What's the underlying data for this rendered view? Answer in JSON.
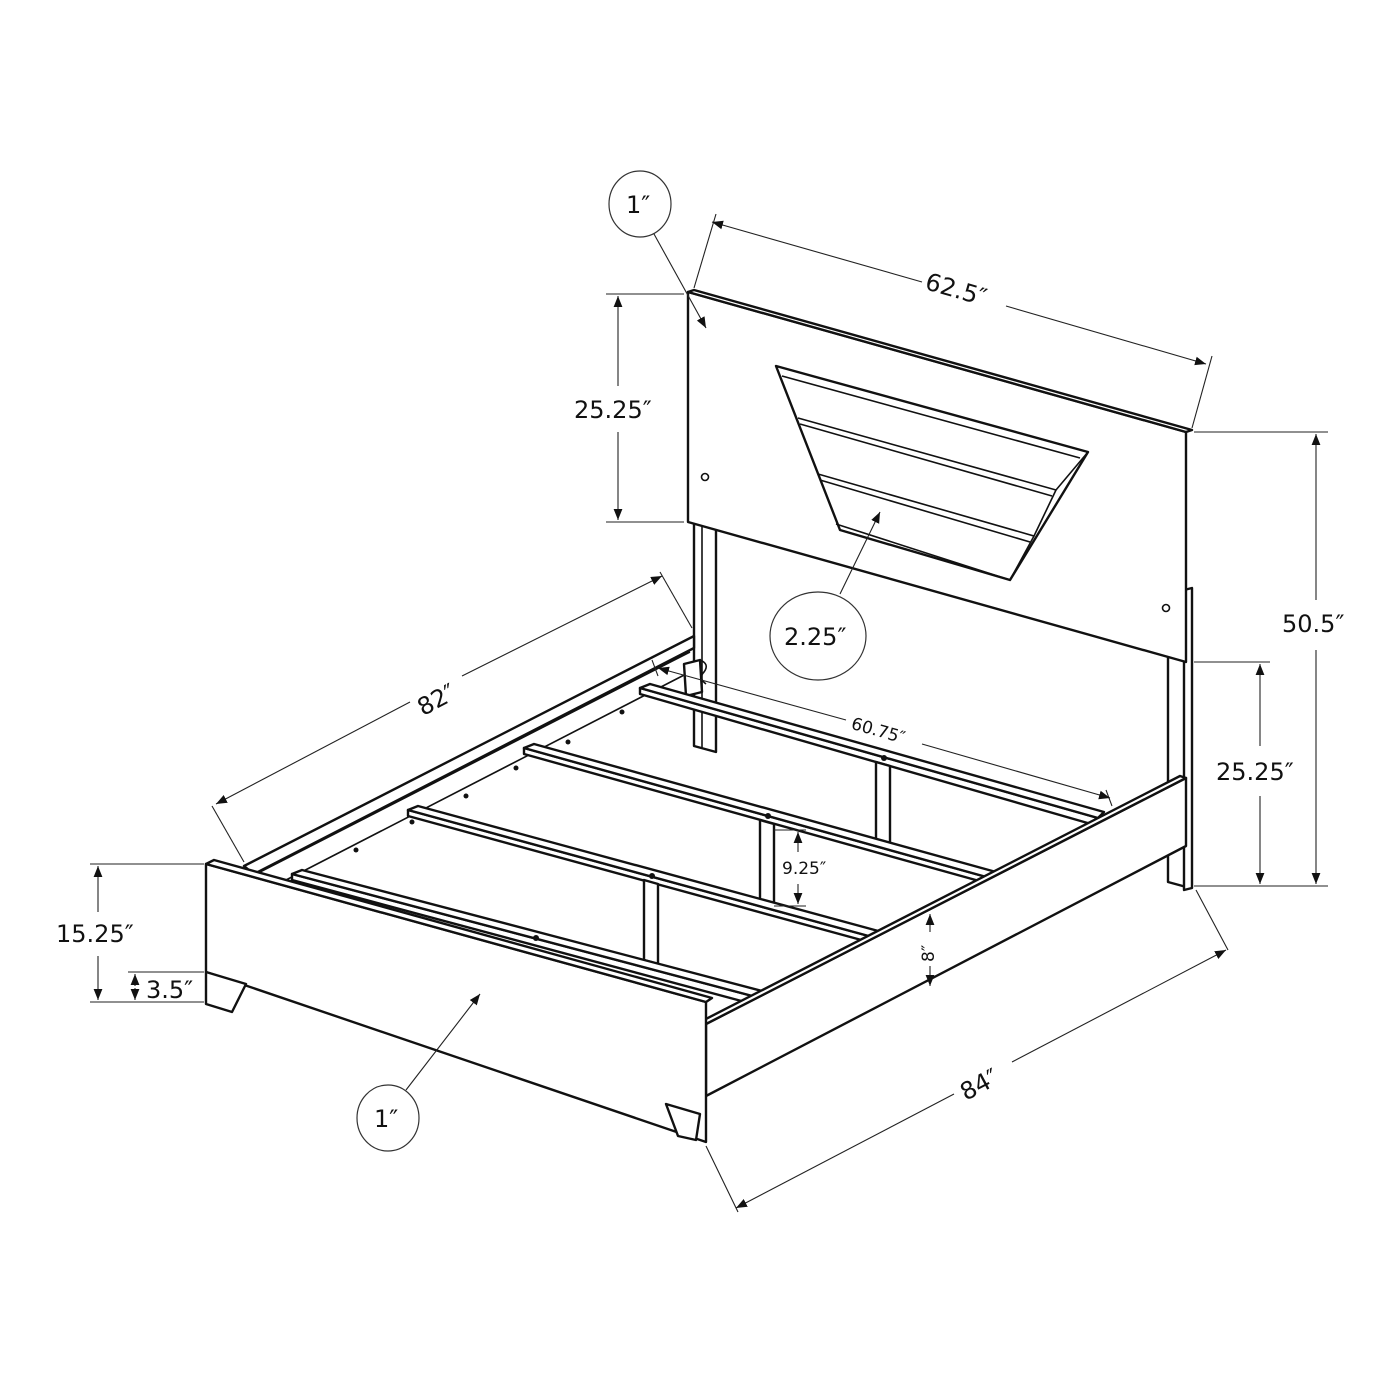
{
  "diagram": {
    "subject": "Bed frame with headboard, footboard and side rails",
    "view": "isometric line drawing with dimensions",
    "line_color": "#111111",
    "background": "#ffffff"
  },
  "dimensions": {
    "headboard_width": "62.5″",
    "headboard_panel_height": "25.25″",
    "headboard_total_height": "50.5″",
    "headboard_leg_height": "25.25″",
    "headboard_thickness_callout": "1″",
    "headboard_inset_panel_callout": "2.25″",
    "bed_length_inside": "82″",
    "slat_width": "60.75″",
    "slat_support_leg_height": "9.25″",
    "side_rail_height": "8″",
    "footboard_height": "15.25″",
    "footboard_leg_height": "3.5″",
    "footboard_thickness_callout": "1″",
    "overall_length": "84″"
  }
}
